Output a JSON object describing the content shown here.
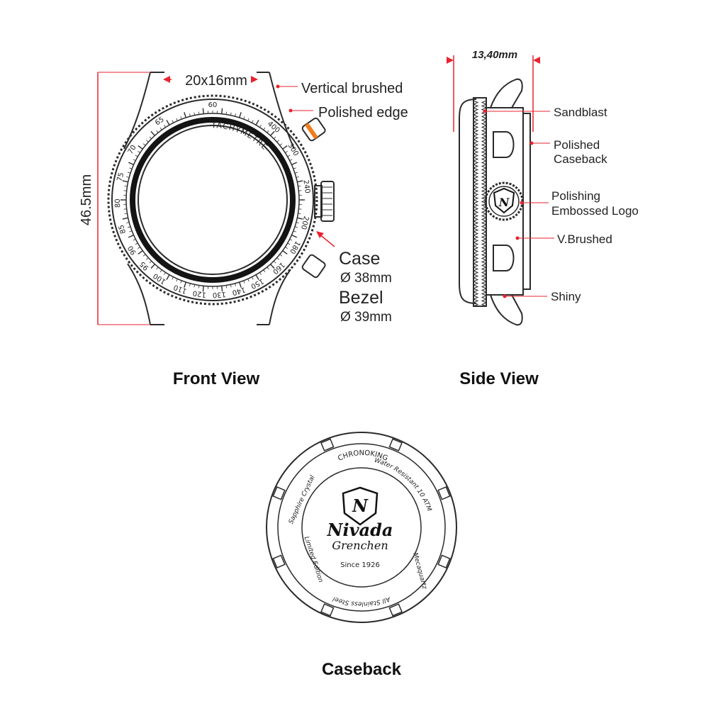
{
  "front": {
    "caption": "Front View",
    "lug_width": "20x16mm",
    "height": "46.5mm",
    "labels": {
      "vertical_brushed": "Vertical brushed",
      "polished_edge": "Polished edge",
      "case": "Case",
      "case_dia": "Ø 38mm",
      "bezel": "Bezel",
      "bezel_dia": "Ø 39mm"
    },
    "tachymetre": "TACHYMETRE",
    "scale_numbers": [
      "60",
      "65",
      "70",
      "75",
      "80",
      "85",
      "90",
      "95",
      "100",
      "110",
      "120",
      "130",
      "140",
      "150",
      "160",
      "180",
      "200",
      "240",
      "300",
      "400"
    ]
  },
  "side": {
    "caption": "Side View",
    "thickness": "13,40mm",
    "labels": {
      "sandblast": "Sandblast",
      "polished_1": "Polished",
      "polished_2": "Caseback",
      "polishing_1": "Polishing",
      "polishing_2": "Embossed Logo",
      "v_brushed": "V.Brushed",
      "shiny": "Shiny"
    },
    "logo_letter": "N"
  },
  "caseback": {
    "caption": "Caseback",
    "brand": "Nivada",
    "brand_sub": "Grenchen",
    "since": "Since 1926",
    "logo_letter": "N",
    "ring_texts": {
      "top": "CHRONOKING",
      "right_top": "Water Resistant 10 ATM",
      "right": "Mecaquartz",
      "bottom": "All Stainless Steel",
      "left_bottom": "Limited Edition",
      "left_top": "Sapphire Crystal"
    }
  },
  "colors": {
    "ink": "#2b2b2b",
    "dimension_red": "#e8232f",
    "crown_orange": "#f07d1a"
  }
}
